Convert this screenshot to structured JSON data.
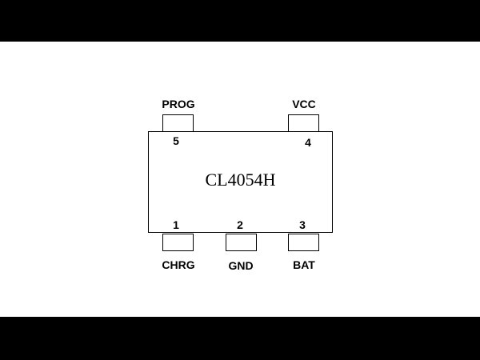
{
  "diagram": {
    "chip_name": "CL4054H",
    "pins": {
      "prog": {
        "number": "5",
        "label": "PROG"
      },
      "vcc": {
        "number": "4",
        "label": "VCC"
      },
      "chrg": {
        "number": "1",
        "label": "CHRG"
      },
      "gnd": {
        "number": "2",
        "label": "GND"
      },
      "bat": {
        "number": "3",
        "label": "BAT"
      }
    }
  }
}
